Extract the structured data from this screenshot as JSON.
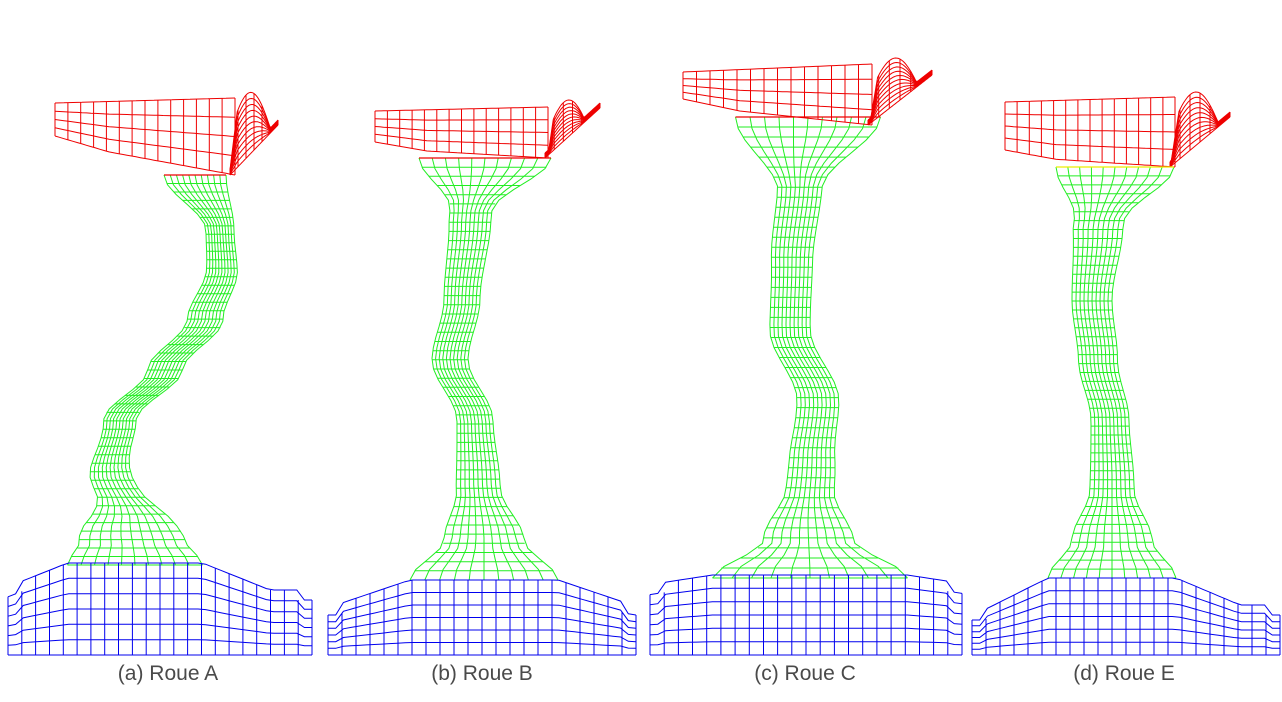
{
  "figure": {
    "panels": [
      {
        "caption": "(a) Roue A"
      },
      {
        "caption": "(b) Roue B"
      },
      {
        "caption": "(c) Roue C"
      },
      {
        "caption": "(d) Roue E"
      }
    ],
    "colors": {
      "hub": "#0000ee",
      "web": "#22ee22",
      "rim": "#ee0000",
      "interface": "#eeee00"
    }
  }
}
